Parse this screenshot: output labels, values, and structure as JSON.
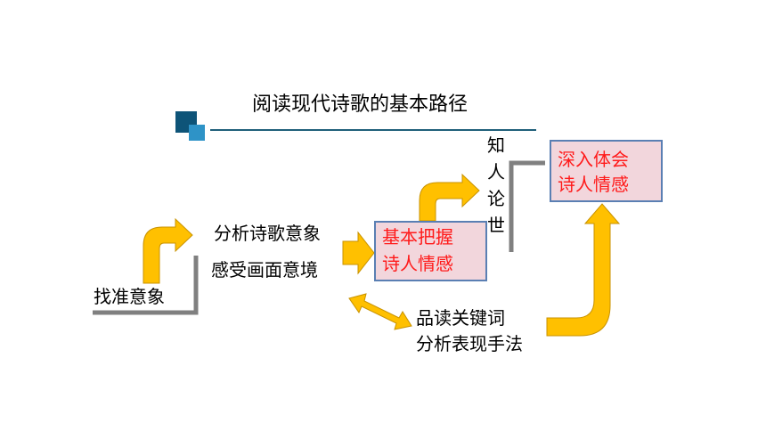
{
  "title": "阅读现代诗歌的基本路径",
  "steps": {
    "find_imagery": "找准意象",
    "analyze_imagery": "分析诗歌意象",
    "feel_scene": "感受画面意境",
    "grasp_emotion_line1": "基本把握",
    "grasp_emotion_line2": "诗人情感",
    "know_person": [
      "知",
      "人",
      "论",
      "世"
    ],
    "read_keywords": "品读关键词",
    "analyze_technique": "分析表现手法",
    "deep_emotion_line1": "深入体会",
    "deep_emotion_line2": "诗人情感"
  },
  "colors": {
    "arrow_fill": "#ffc000",
    "arrow_stroke": "#c89200",
    "box_fill": "#f2d6dc",
    "box_border": "#5a7fb3",
    "box_text": "#ff1a1a",
    "title_line": "#1f5f7a",
    "bracket": "#808080"
  }
}
